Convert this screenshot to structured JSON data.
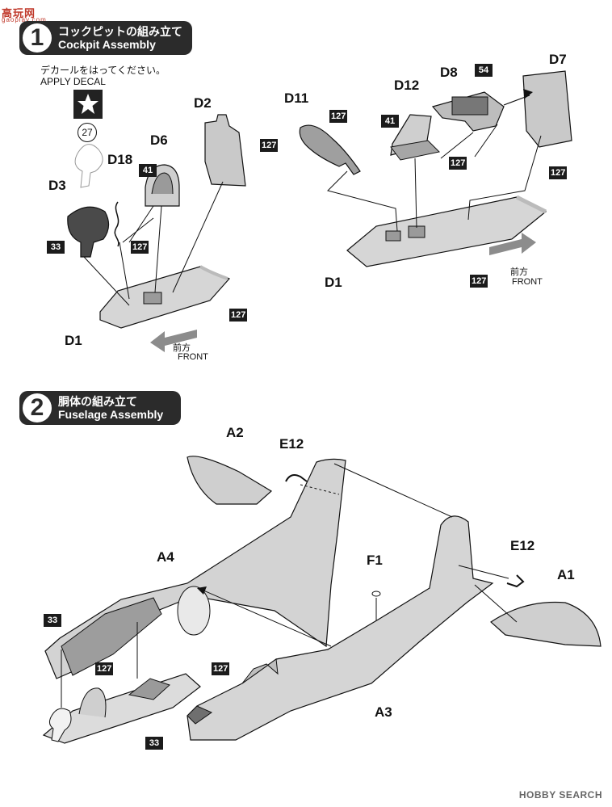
{
  "watermark": {
    "brand": "高玩网",
    "site": "gaoplay.com"
  },
  "step1": {
    "number": "1",
    "title_jp": "コックピットの組み立て",
    "title_en": "Cockpit Assembly",
    "decal_note_jp": "デカールをはってください。",
    "decal_note_en": "APPLY  DECAL",
    "decal_number": "27",
    "parts_left": [
      "D2",
      "D6",
      "D18",
      "D3",
      "D1"
    ],
    "parts_right": [
      "D7",
      "D8",
      "D12",
      "D11",
      "D1"
    ],
    "badges_left": [
      "127",
      "41",
      "33",
      "127",
      "127"
    ],
    "badges_right": [
      "54",
      "127",
      "41",
      "127",
      "127",
      "127"
    ],
    "front_jp": "前方",
    "front_en": "FRONT"
  },
  "step2": {
    "number": "2",
    "title_jp": "胴体の組み立て",
    "title_en": "Fuselage Assembly",
    "parts": [
      "A2",
      "E12",
      "A4",
      "F1",
      "E12",
      "A1",
      "A3"
    ],
    "badges": [
      "33",
      "127",
      "127",
      "33"
    ]
  },
  "footer": {
    "watermark": "HOBBY SEARCH"
  },
  "colors": {
    "header_bg": "#2b2b2b",
    "badge_bg": "#1b1b1b",
    "part_gray": "#bdbdbd",
    "dark_gray": "#4a4a4a"
  }
}
